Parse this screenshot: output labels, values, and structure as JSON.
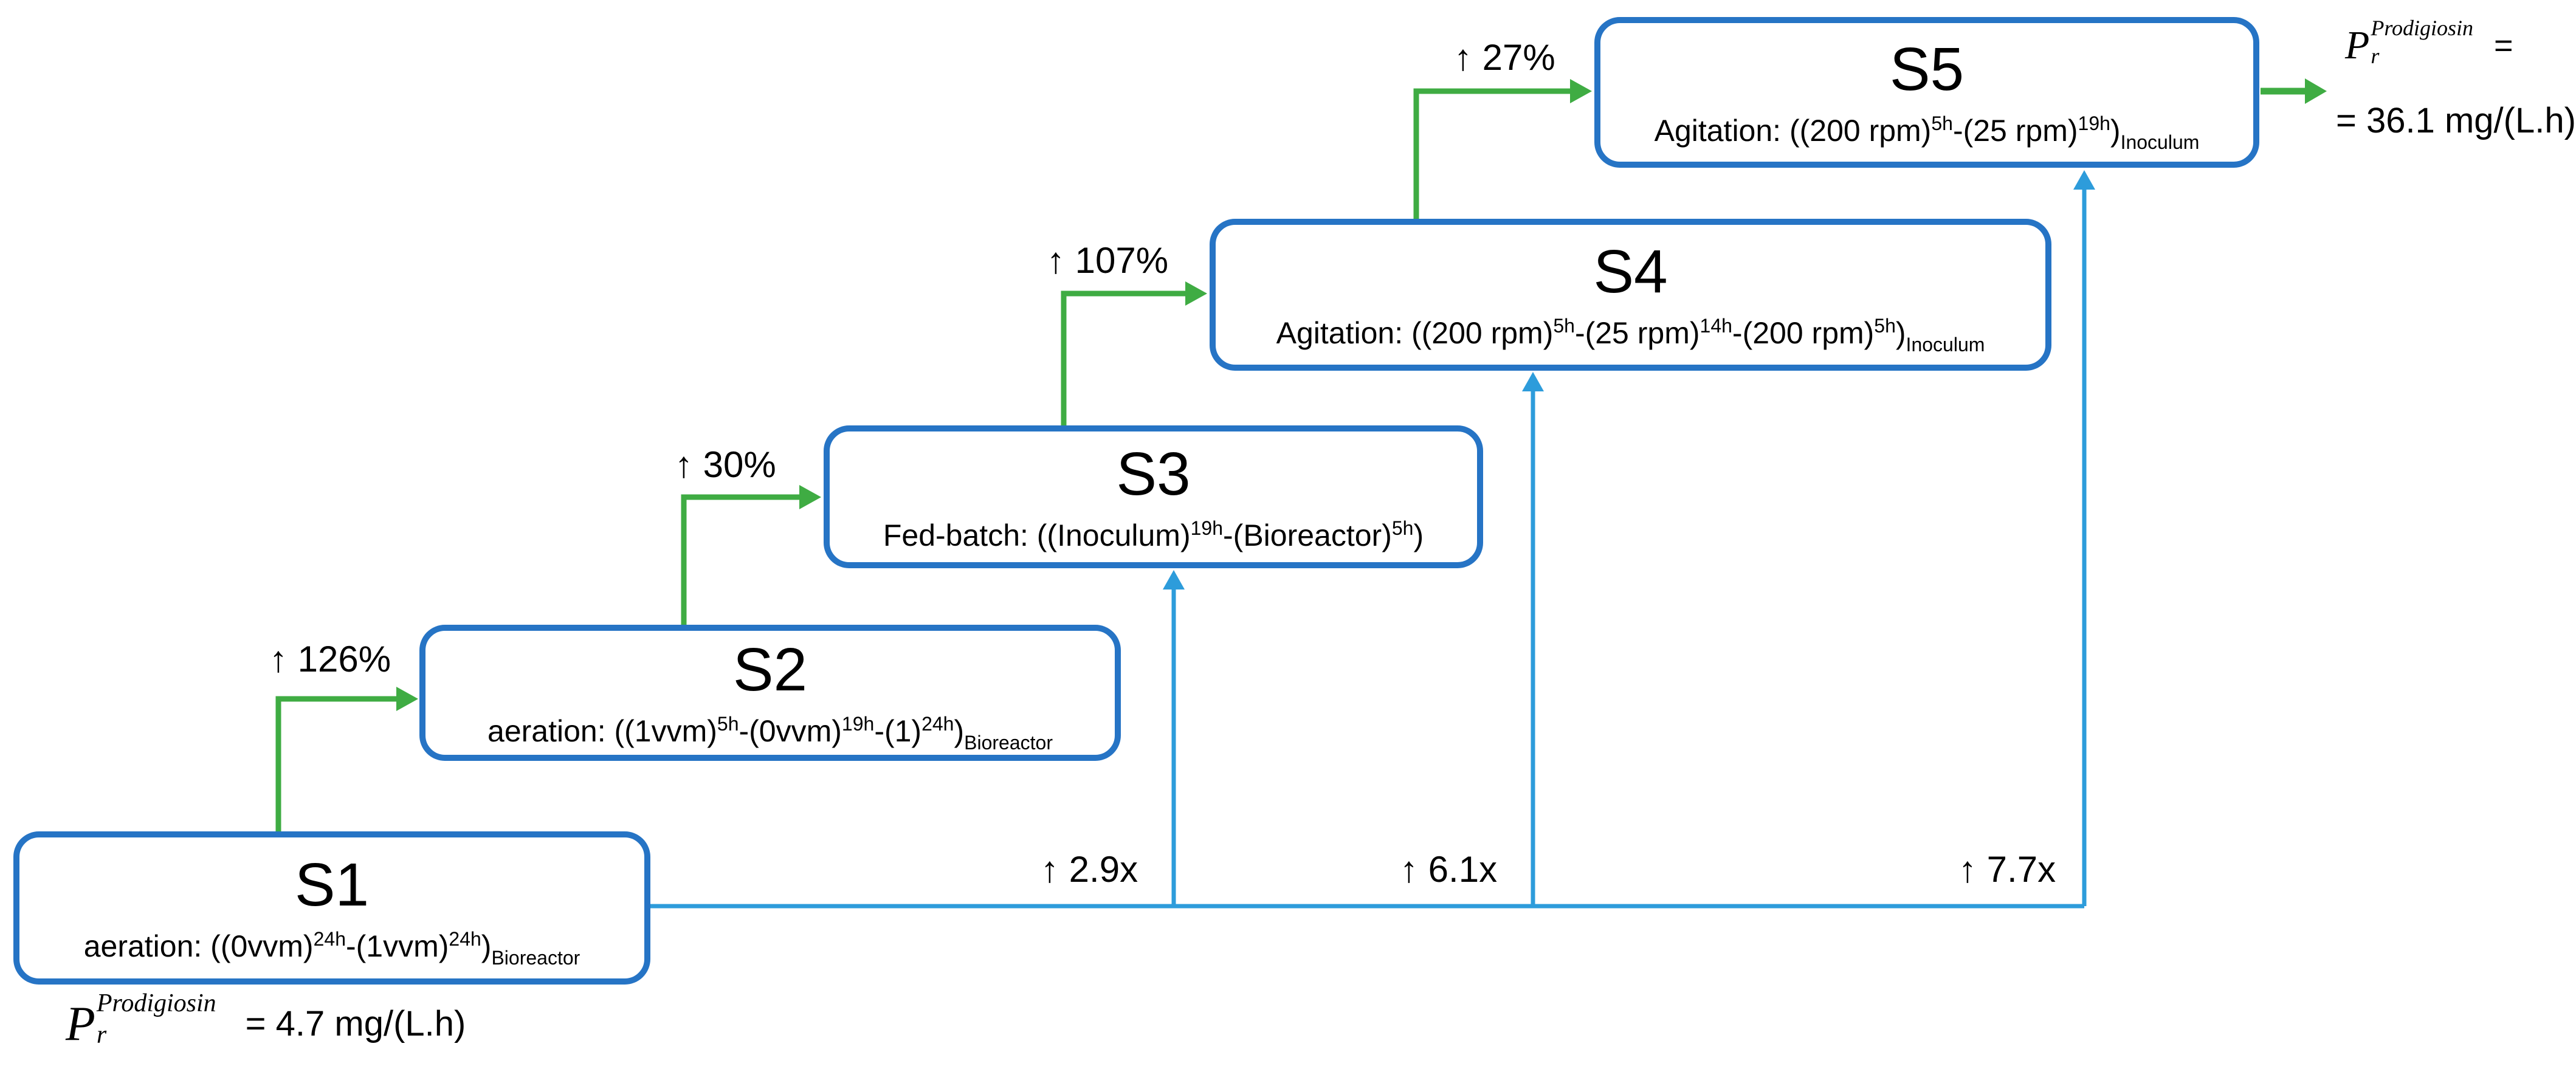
{
  "figure": {
    "type": "stepwise-optimization-flow-diagram",
    "subject": "Prodigiosin productivity improvement stages",
    "colors": {
      "stage_border_blue": "#2674C5",
      "improvement_arrow_green": "#3FAC43",
      "fold_increase_arrow_light_blue": "#2D9CDB",
      "text_black": "#000000",
      "background": "#ffffff"
    },
    "stages": [
      {
        "id": "S1",
        "title": "S1",
        "desc": [
          {
            "s": "t",
            "v": "aeration: ((0vvm)"
          },
          {
            "s": "sup",
            "v": "24h"
          },
          {
            "s": "t",
            "v": "-(1vvm)"
          },
          {
            "s": "sup",
            "v": "24h"
          },
          {
            "s": "t",
            "v": ")"
          },
          {
            "s": "sub",
            "v": "Bioreactor"
          }
        ]
      },
      {
        "id": "S2",
        "title": "S2",
        "desc": [
          {
            "s": "t",
            "v": "aeration: ((1vvm)"
          },
          {
            "s": "sup",
            "v": "5h"
          },
          {
            "s": "t",
            "v": "-(0vvm)"
          },
          {
            "s": "sup",
            "v": "19h"
          },
          {
            "s": "t",
            "v": "-(1)"
          },
          {
            "s": "sup",
            "v": "24h"
          },
          {
            "s": "t",
            "v": ")"
          },
          {
            "s": "sub",
            "v": "Bioreactor"
          }
        ]
      },
      {
        "id": "S3",
        "title": "S3",
        "desc": [
          {
            "s": "t",
            "v": "Fed-batch: ((Inoculum)"
          },
          {
            "s": "sup",
            "v": "19h"
          },
          {
            "s": "t",
            "v": "-(Bioreactor)"
          },
          {
            "s": "sup",
            "v": "5h"
          },
          {
            "s": "t",
            "v": ")"
          }
        ]
      },
      {
        "id": "S4",
        "title": "S4",
        "desc": [
          {
            "s": "t",
            "v": "Agitation: ((200 rpm)"
          },
          {
            "s": "sup",
            "v": "5h"
          },
          {
            "s": "t",
            "v": "-(25 rpm)"
          },
          {
            "s": "sup",
            "v": "14h"
          },
          {
            "s": "t",
            "v": "-(200 rpm)"
          },
          {
            "s": "sup",
            "v": "5h"
          },
          {
            "s": "t",
            "v": ")"
          },
          {
            "s": "sub",
            "v": "Inoculum"
          }
        ]
      },
      {
        "id": "S5",
        "title": "S5",
        "desc": [
          {
            "s": "t",
            "v": "Agitation: ((200 rpm)"
          },
          {
            "s": "sup",
            "v": "5h"
          },
          {
            "s": "t",
            "v": "-(25 rpm)"
          },
          {
            "s": "sup",
            "v": "19h"
          },
          {
            "s": "t",
            "v": ")"
          },
          {
            "s": "sub",
            "v": "Inoculum"
          }
        ]
      }
    ],
    "improvements": [
      {
        "from": "S1",
        "to": "S2",
        "label": "↑ 126%"
      },
      {
        "from": "S2",
        "to": "S3",
        "label": "↑ 30%"
      },
      {
        "from": "S3",
        "to": "S4",
        "label": "↑ 107%"
      },
      {
        "from": "S4",
        "to": "S5",
        "label": "↑ 27%"
      }
    ],
    "fold_increases": [
      {
        "from": "S1",
        "to": "S3",
        "label": "↑ 2.9x"
      },
      {
        "from": "S1",
        "to": "S4",
        "label": "↑ 6.1x"
      },
      {
        "from": "S1",
        "to": "S5",
        "label": "↑ 7.7x"
      }
    ],
    "initial_productivity": {
      "value": "4.7 mg/(L.h)",
      "formula": [
        {
          "s": "P",
          "v": "P"
        },
        {
          "s": "supsub",
          "sup": "Prodigiosin",
          "sub": "r"
        },
        {
          "s": "eq",
          "v": "=  4.7 mg/(L.h)"
        }
      ]
    },
    "final_productivity": {
      "value": "36.1 mg/(L.h)",
      "line1": [
        {
          "s": "P",
          "v": "P"
        },
        {
          "s": "supsub",
          "sup": "Prodigiosin",
          "sub": "r"
        },
        {
          "s": "eq",
          "v": "="
        }
      ],
      "line2": [
        {
          "s": "eq",
          "v": "= 36.1 mg/(L.h)"
        }
      ]
    }
  }
}
